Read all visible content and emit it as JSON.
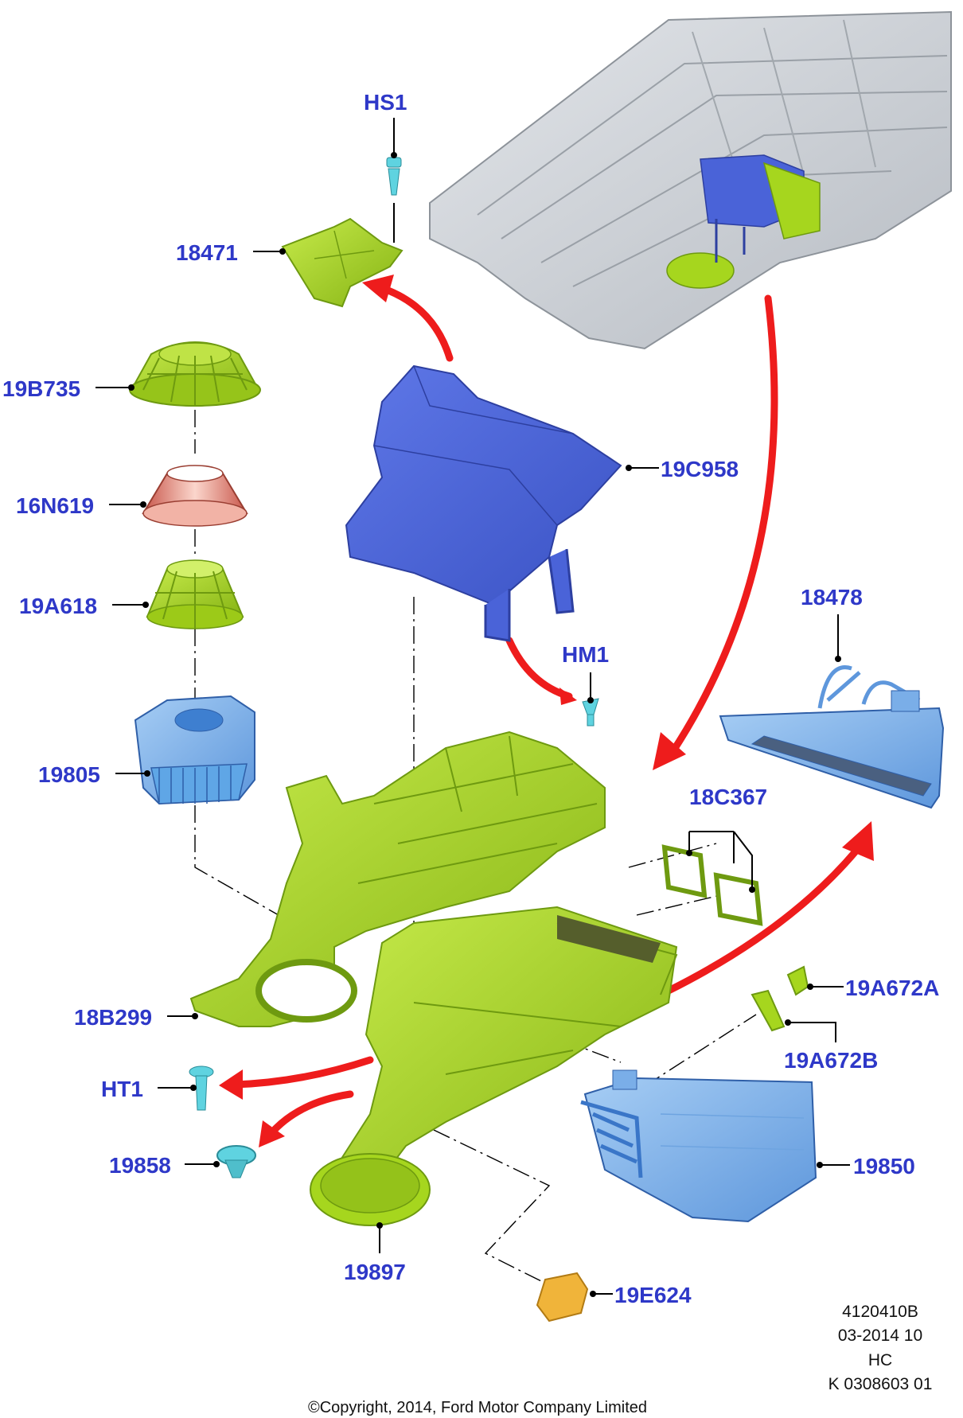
{
  "colors": {
    "label": "#2e38c8",
    "arrow": "#ee1c1c",
    "housing": "#a6d61e",
    "housing_dark": "#6e9a10",
    "blue_part": "#4a63d8",
    "light_blue": "#7aaee8",
    "cyan": "#5fd3e0",
    "copper": "#e28b78",
    "orange": "#f0b43a",
    "floor": "#c9cdd2"
  },
  "labels": {
    "hs1": "HS1",
    "p18471": "18471",
    "p19b735": "19B735",
    "p16n619": "16N619",
    "p19a618": "19A618",
    "p19805": "19805",
    "p19c958": "19C958",
    "hm1": "HM1",
    "p18478": "18478",
    "p18c367": "18C367",
    "p18b299": "18B299",
    "p19a672a": "19A672A",
    "p19a672b": "19A672B",
    "ht1": "HT1",
    "p19858": "19858",
    "p19850": "19850",
    "p19897": "19897",
    "p19e624": "19E624"
  },
  "meta": {
    "ref": "4120410B",
    "date": "03-2014 10",
    "code": "HC",
    "k": "K 0308603 01"
  },
  "copyright": "©Copyright, 2014, Ford Motor Company Limited"
}
